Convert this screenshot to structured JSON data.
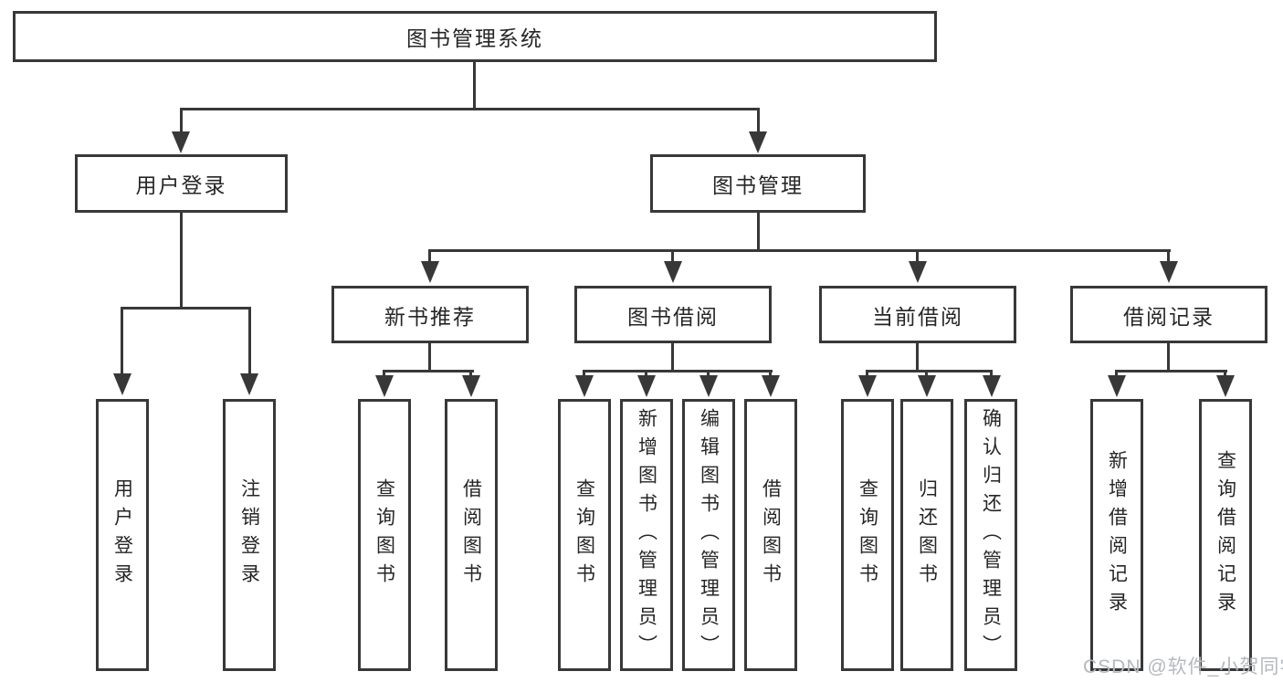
{
  "tree": {
    "root": "图书管理系统",
    "login": {
      "label": "用户登录",
      "children": [
        "用户登录",
        "注销登录"
      ]
    },
    "management": {
      "label": "图书管理",
      "groups": [
        {
          "label": "新书推荐",
          "children": [
            "查询图书",
            "借阅图书"
          ]
        },
        {
          "label": "图书借阅",
          "children": [
            "查询图书",
            "新增图书（管理员）",
            "编辑图书（管理员）",
            "借阅图书"
          ]
        },
        {
          "label": "当前借阅",
          "children": [
            "查询图书",
            "归还图书",
            "确认归还（管理员）"
          ]
        },
        {
          "label": "借阅记录",
          "children": [
            "新增借阅记录",
            "查询借阅记录"
          ]
        }
      ]
    }
  },
  "watermark": {
    "text": "CSDN @软件_小贺同学"
  },
  "colors": {
    "line": "#383838",
    "text": "#262626",
    "background": "#ffffff",
    "watermark": "#b5b9bd"
  }
}
